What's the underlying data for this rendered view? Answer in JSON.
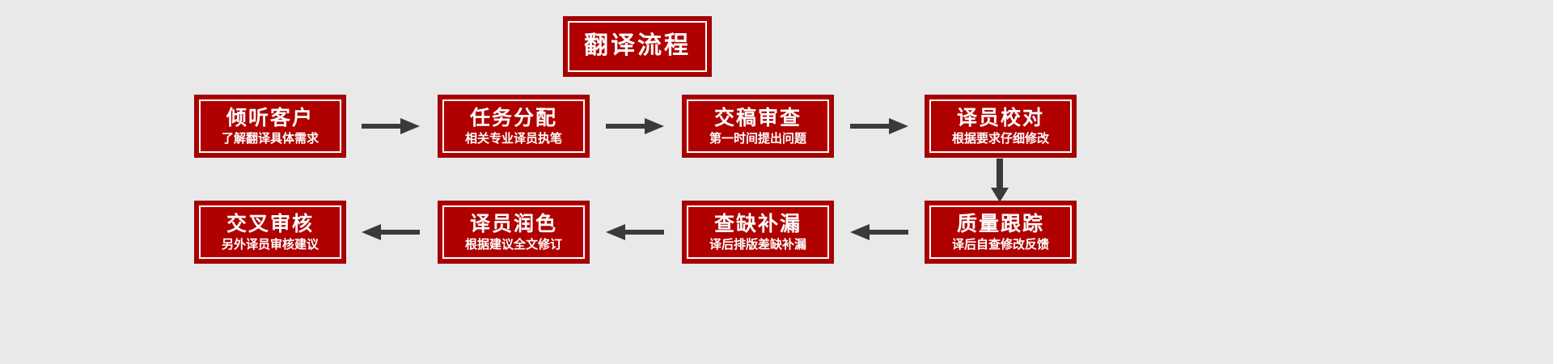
{
  "diagram": {
    "background_color": "#e9e9e9",
    "box_fill_color": "#b00000",
    "box_border_color": "#a00000",
    "box_inner_border_color": "#ffffff",
    "text_color": "#ffffff",
    "arrow_color": "#3a3a3a",
    "title": {
      "label": "翻译流程"
    },
    "steps": [
      {
        "id": "step-1",
        "title": "倾听客户",
        "subtitle": "了解翻译具体需求",
        "row": 1,
        "column": 1
      },
      {
        "id": "step-2",
        "title": "任务分配",
        "subtitle": "相关专业译员执笔",
        "row": 1,
        "column": 2
      },
      {
        "id": "step-3",
        "title": "交稿审查",
        "subtitle": "第一时间提出问题",
        "row": 1,
        "column": 3
      },
      {
        "id": "step-4",
        "title": "译员校对",
        "subtitle": "根据要求仔细修改",
        "row": 1,
        "column": 4
      },
      {
        "id": "step-5",
        "title": "质量跟踪",
        "subtitle": "译后自查修改反馈",
        "row": 2,
        "column": 4
      },
      {
        "id": "step-6",
        "title": "查缺补漏",
        "subtitle": "译后排版差缺补漏",
        "row": 2,
        "column": 3
      },
      {
        "id": "step-7",
        "title": "译员润色",
        "subtitle": "根据建议全文修订",
        "row": 2,
        "column": 2
      },
      {
        "id": "step-8",
        "title": "交叉审核",
        "subtitle": "另外译员审核建议",
        "row": 2,
        "column": 1
      }
    ],
    "connectors": [
      {
        "id": "arrow-1-to-2",
        "direction": "right"
      },
      {
        "id": "arrow-2-to-3",
        "direction": "right"
      },
      {
        "id": "arrow-3-to-4",
        "direction": "right"
      },
      {
        "id": "arrow-4-to-5",
        "direction": "down"
      },
      {
        "id": "arrow-5-to-6",
        "direction": "left"
      },
      {
        "id": "arrow-6-to-7",
        "direction": "left"
      },
      {
        "id": "arrow-7-to-8",
        "direction": "left"
      }
    ]
  }
}
